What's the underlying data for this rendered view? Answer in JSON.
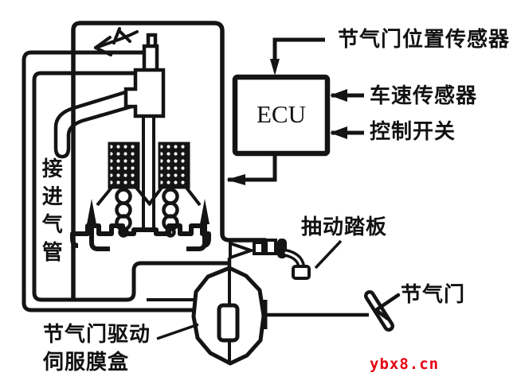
{
  "diagram": {
    "labels": {
      "throttle_position_sensor": "节气门位置传感器",
      "vehicle_speed_sensor": "车速传感器",
      "control_switch": "控制开关",
      "ecu": "ECU",
      "intake_pipe": "接进气管",
      "pedal": "抽动踏板",
      "throttle": "节气门",
      "servo_line1": "节气门驱动",
      "servo_line2": "伺服膜盒"
    },
    "watermark": "ybx8.cn",
    "colors": {
      "line": "#141414",
      "background": "#ffffff",
      "watermark_red": "#e60012"
    }
  }
}
